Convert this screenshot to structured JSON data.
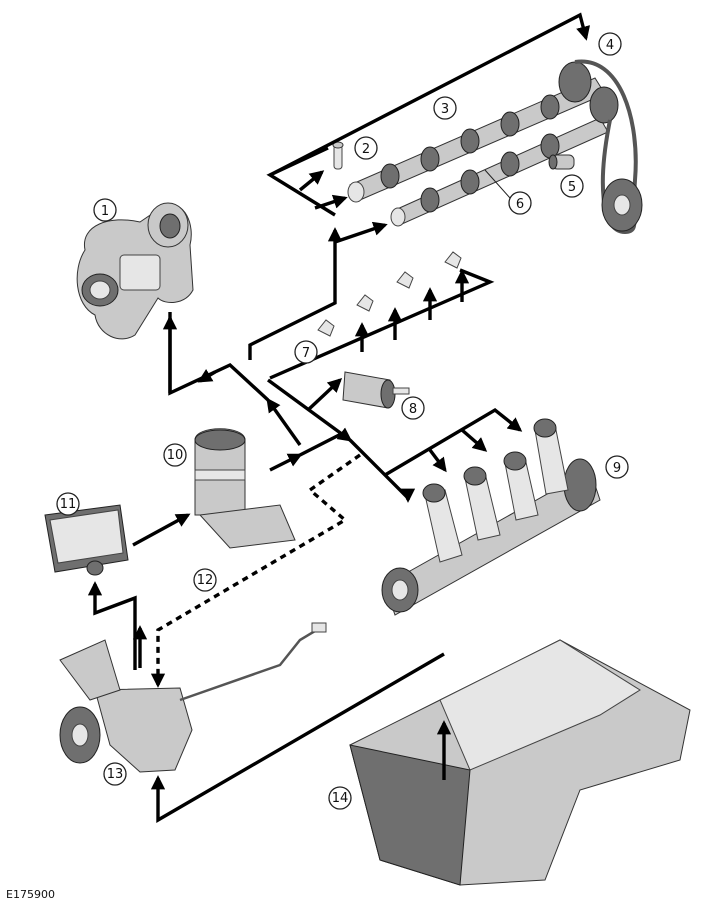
{
  "figure": {
    "reference_code": "E175900",
    "callouts": [
      "1",
      "2",
      "3",
      "4",
      "5",
      "6",
      "7",
      "8",
      "9",
      "10",
      "11",
      "12",
      "13",
      "14"
    ]
  },
  "colors": {
    "flow_line": "#000000",
    "part_shade": "#c9c9c9",
    "part_dark": "#6f6f6f"
  }
}
